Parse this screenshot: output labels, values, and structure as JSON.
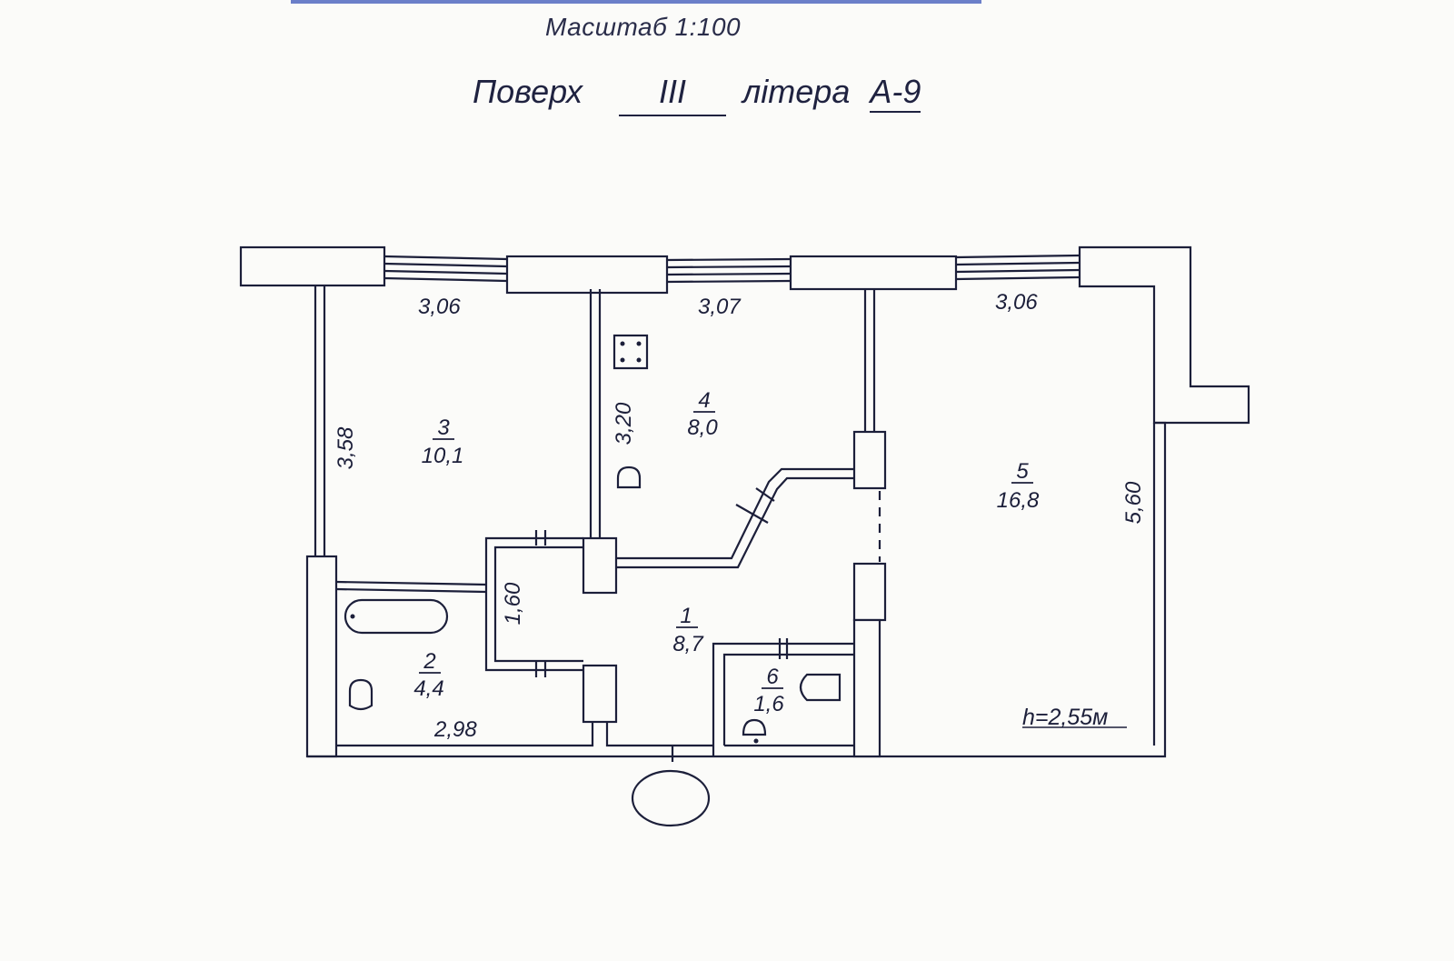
{
  "header": {
    "scale": "Масштаб 1:100",
    "floor_label": "Поверх",
    "floor_value": "III",
    "letter_label": "літера",
    "letter_value": "А-9"
  },
  "plan": {
    "ceiling_height": "h=2,55м",
    "rooms": [
      {
        "id": "room-1",
        "number": "1",
        "area": "8,7"
      },
      {
        "id": "room-2",
        "number": "2",
        "area": "4,4"
      },
      {
        "id": "room-3",
        "number": "3",
        "area": "10,1"
      },
      {
        "id": "room-4",
        "number": "4",
        "area": "8,0"
      },
      {
        "id": "room-5",
        "number": "5",
        "area": "16,8"
      },
      {
        "id": "room-6",
        "number": "6",
        "area": "1,6"
      }
    ],
    "dimensions": {
      "top_room3": "3,06",
      "top_room4": "3,07",
      "top_room5": "3,06",
      "side_room3": "3,58",
      "side_room4": "3,20",
      "side_corridor": "1,60",
      "side_room5": "5,60",
      "bottom_room2": "2,98"
    }
  }
}
